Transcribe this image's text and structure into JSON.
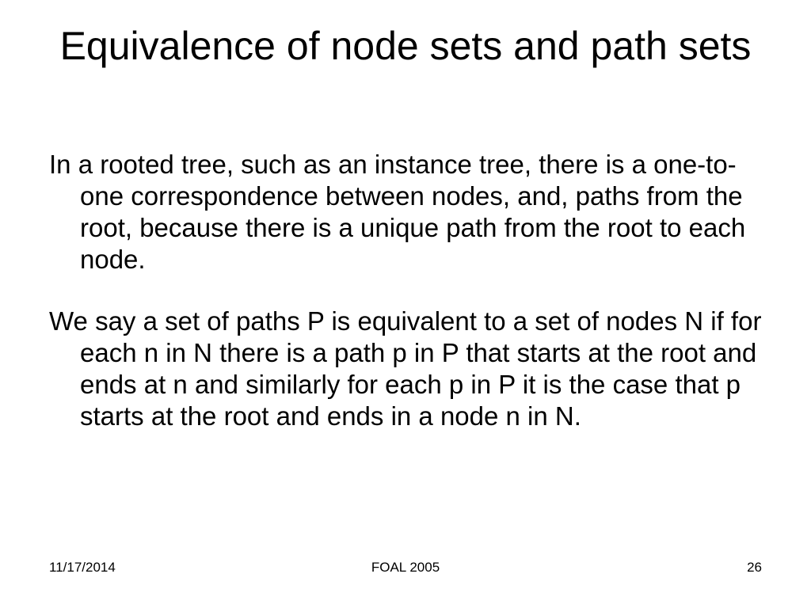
{
  "slide": {
    "title": "Equivalence of node sets and path sets",
    "paragraphs": [
      "In a rooted tree, such as an instance tree, there is a one-to-one correspondence between nodes, and, paths from the root, because there is a unique path from the root to each node.",
      "We say a set of paths P is equivalent to a set of nodes N if for each n in N there is a path p in P that starts at the root and ends at n and similarly for each p in P it is the case that p starts at the root and ends in a node n in N."
    ]
  },
  "footer": {
    "date": "11/17/2014",
    "center": "FOAL 2005",
    "page_number": "26"
  }
}
